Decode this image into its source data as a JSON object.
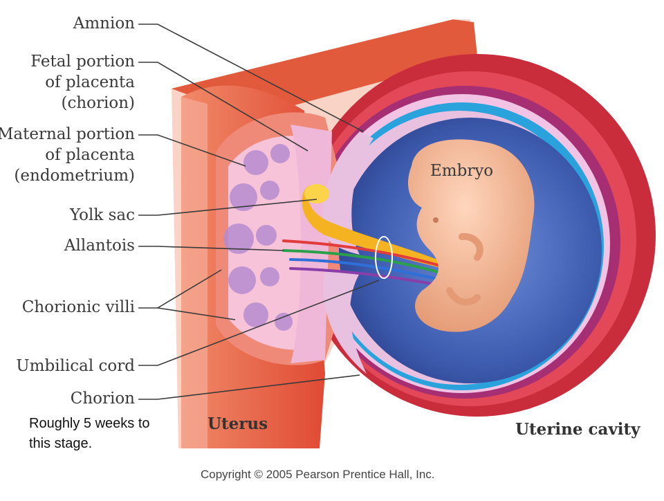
{
  "labels": {
    "amnion": "Amnion",
    "fetal_portion": [
      "Fetal portion",
      "of placenta",
      "(chorion)"
    ],
    "maternal_portion": [
      "Maternal portion",
      "of placenta",
      "(endometrium)"
    ],
    "yolk_sac": "Yolk sac",
    "allantois": "Allantois",
    "chorionic_villi": "Chorionic villi",
    "umbilical_cord": "Umbilical cord",
    "chorion": "Chorion",
    "embryo": "Embryo",
    "uterus": "Uterus",
    "uterine_cavity": "Uterine cavity"
  },
  "note": [
    "Roughly 5 weeks to",
    "this stage."
  ],
  "copyright": "Copyright © 2005 Pearson Prentice Hall, Inc.",
  "colors": {
    "uterus_wall": "#e8603f",
    "uterus_wall_face": "#f9cfc0",
    "outer_ring": "#c8283a",
    "amniotic_cavity": "#4a67b8",
    "chorion_pink": "#e9b6dc",
    "yolk_sac": "#f5b321",
    "embryo": "#f3b08c"
  }
}
